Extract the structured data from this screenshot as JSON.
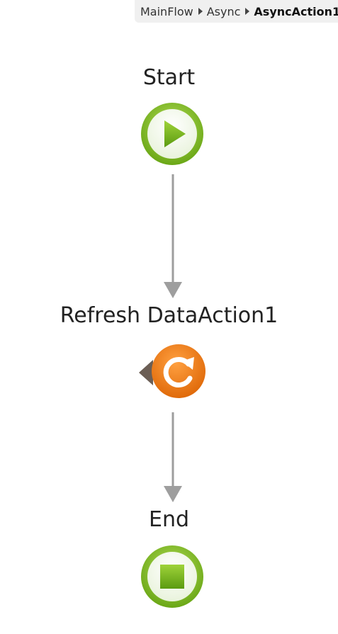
{
  "breadcrumb": {
    "items": [
      "MainFlow",
      "Async",
      "AsyncAction1"
    ]
  },
  "flow": {
    "start": {
      "label": "Start",
      "icon": "play-icon"
    },
    "refresh": {
      "label": "Refresh DataAction1",
      "icon": "refresh-data-icon"
    },
    "end": {
      "label": "End",
      "icon": "stop-icon"
    }
  },
  "colors": {
    "node_green": "#7ab81e",
    "node_orange": "#f07814",
    "connector": "#9e9e9e",
    "breadcrumb_bg": "#f0f0f0"
  }
}
